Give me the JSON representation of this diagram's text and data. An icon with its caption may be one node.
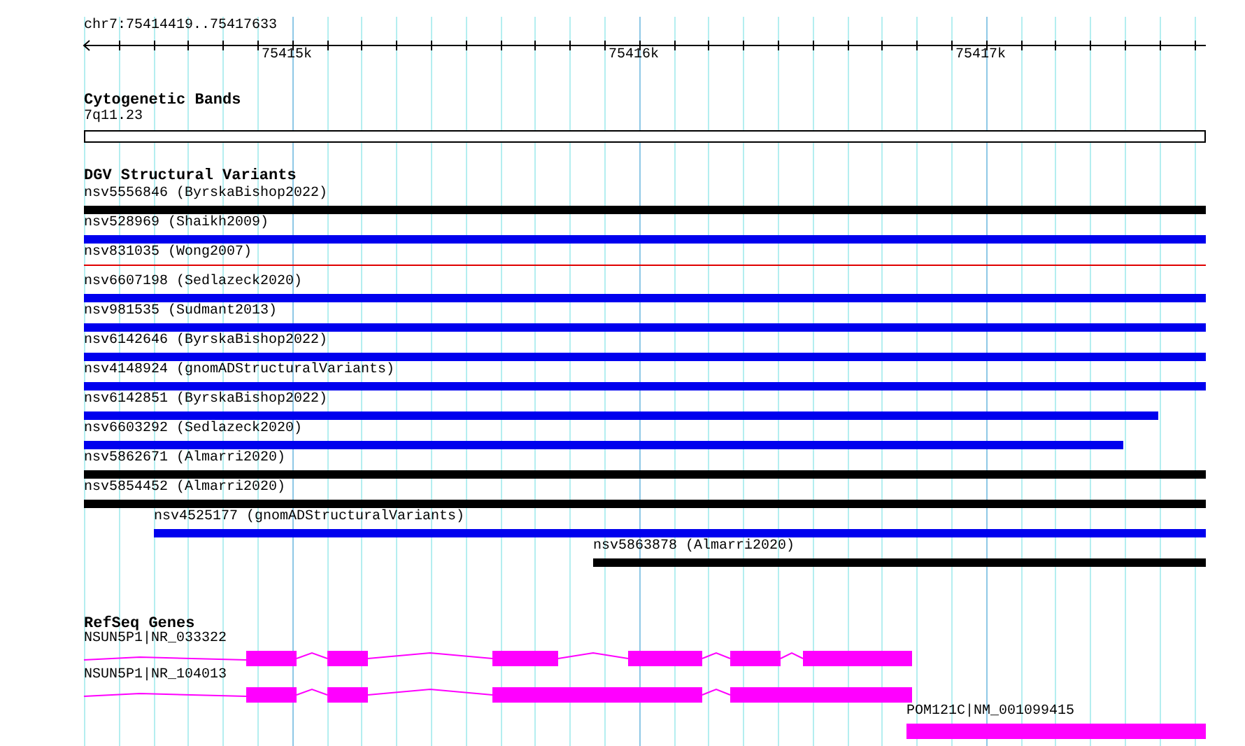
{
  "diagram": {
    "nodes": [
      {
        "text": [
          "7q11.23"
        ]
      },
      {
        "text": [
          "nsv5556846 (ByrskaBishop2022)"
        ]
      },
      {
        "text": [
          "nsv528969 (Shaikh2009)"
        ]
      },
      {
        "text": [
          "nsv831035 (Wong2007)"
        ]
      },
      {
        "text": [
          "nsv6607198 (Sedlazeck2020)"
        ]
      },
      {
        "text": [
          "nsv981535 (Sudmant2013)"
        ]
      },
      {
        "text": [
          "nsv6142646 (ByrskaBishop2022)"
        ]
      },
      {
        "text": [
          "nsv4148924 (gnomADStructuralVariants)"
        ]
      },
      {
        "text": [
          "nsv6142851 (ByrskaBishop2022)"
        ]
      },
      {
        "text": [
          "nsv6603292 (Sedlazeck2020)"
        ]
      },
      {
        "text": [
          "nsv5862671 (Almarri2020)"
        ]
      },
      {
        "text": [
          "nsv5854452 (Almarri2020)"
        ]
      },
      {
        "text": [
          "nsv4525177 (gnomADStructuralVariants)"
        ]
      },
      {
        "text": [
          "nsv5863878 (Almarri2020)"
        ]
      },
      {
        "text": [
          "NSUN5P1|NR_033322"
        ]
      },
      {
        "text": [
          "NSUN5P1|NR_104013"
        ]
      },
      {
        "text": [
          "POM121C|NM_001099415"
        ]
      }
    ],
    "labels": [
      "chr7:75414419..75417633",
      "75415k",
      "75416k",
      "75417k",
      "Cytogenetic Bands",
      "DGV Structural Variants",
      "RefSeq Genes"
    ]
  }
}
